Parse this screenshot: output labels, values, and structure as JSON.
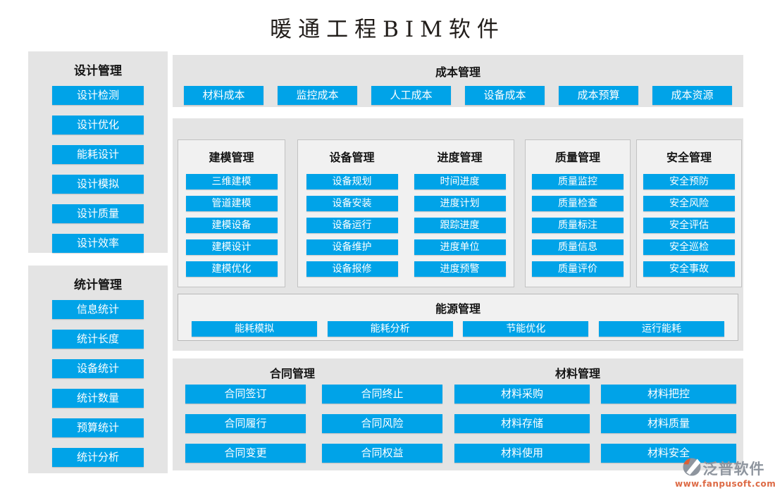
{
  "title": "暖通工程BIM软件",
  "colors": {
    "accent": "#00a3e8",
    "panel_bg": "#e4e4e4",
    "box_bg": "#f1f1f1",
    "box_border": "#c2c2c2",
    "button_text": "#ffffff",
    "brand_gray": "#8e959e",
    "brand_orange": "#dd6a45"
  },
  "sidebar": {
    "panels": [
      {
        "title": "设计管理",
        "items": [
          "设计检测",
          "设计优化",
          "能耗设计",
          "设计模拟",
          "设计质量",
          "设计效率"
        ]
      },
      {
        "title": "统计管理",
        "items": [
          "信息统计",
          "统计长度",
          "设备统计",
          "统计数量",
          "预算统计",
          "统计分析"
        ]
      }
    ]
  },
  "cost_panel": {
    "title": "成本管理",
    "items": [
      "材料成本",
      "监控成本",
      "人工成本",
      "设备成本",
      "成本预算",
      "成本资源"
    ]
  },
  "middle_panel": {
    "groups": [
      {
        "columns": [
          {
            "title": "建模管理",
            "items": [
              "三维建模",
              "管道建模",
              "建模设备",
              "建模设计",
              "建模优化"
            ]
          }
        ]
      },
      {
        "columns": [
          {
            "title": "设备管理",
            "items": [
              "设备规划",
              "设备安装",
              "设备运行",
              "设备维护",
              "设备报修"
            ]
          },
          {
            "title": "进度管理",
            "items": [
              "时间进度",
              "进度计划",
              "跟踪进度",
              "进度单位",
              "进度预警"
            ]
          }
        ]
      },
      {
        "columns": [
          {
            "title": "质量管理",
            "items": [
              "质量监控",
              "质量检查",
              "质量标注",
              "质量信息",
              "质量评价"
            ]
          }
        ]
      },
      {
        "columns": [
          {
            "title": "安全管理",
            "items": [
              "安全预防",
              "安全风险",
              "安全评估",
              "安全巡检",
              "安全事故"
            ]
          }
        ]
      }
    ],
    "energy": {
      "title": "能源管理",
      "items": [
        "能耗模拟",
        "能耗分析",
        "节能优化",
        "运行能耗"
      ]
    }
  },
  "bottom_panel": {
    "sections": [
      {
        "title": "合同管理",
        "rows": [
          [
            "合同签订",
            "合同终止"
          ],
          [
            "合同履行",
            "合同风险"
          ],
          [
            "合同变更",
            "合同权益"
          ]
        ]
      },
      {
        "title": "材料管理",
        "rows": [
          [
            "材料采购",
            "材料把控"
          ],
          [
            "材料存储",
            "材料质量"
          ],
          [
            "材料使用",
            "材料安全"
          ]
        ]
      }
    ]
  },
  "footer": {
    "brand": "泛普软件",
    "url": "www.fanpusoft.com"
  }
}
